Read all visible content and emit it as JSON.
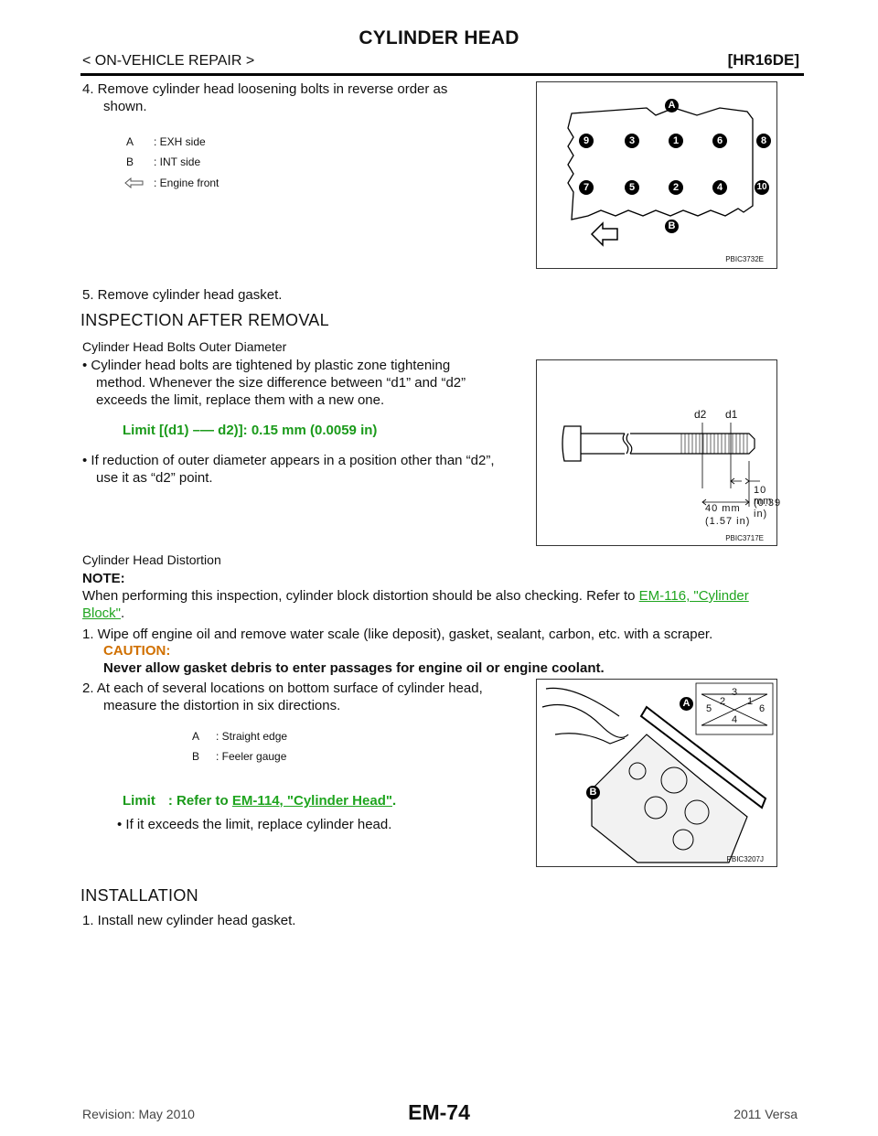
{
  "header": {
    "title": "CYLINDER HEAD",
    "section": "< ON-VEHICLE REPAIR >",
    "model": "[HR16DE]"
  },
  "steps": {
    "step4": "4. Remove cylinder head loosening bolts in reverse order as",
    "step4_cont": "shown.",
    "step5": "5. Remove cylinder head gasket."
  },
  "fig1": {
    "legend_a_key": "A",
    "legend_a": ": EXH side",
    "legend_b_key": "B",
    "legend_b": ": INT side",
    "legend_front": ": Engine front",
    "label_a": "A",
    "label_b": "B",
    "top_row": [
      "9",
      "3",
      "1",
      "6",
      "8"
    ],
    "bottom_row": [
      "7",
      "5",
      "2",
      "4",
      "10"
    ],
    "code": "PBIC3732E"
  },
  "inspection": {
    "heading": "INSPECTION AFTER REMOVAL",
    "sub1": "Cylinder Head Bolts Outer Diameter",
    "bullet1_l1": "• Cylinder head bolts are tightened by plastic zone tightening",
    "bullet1_l2": "method. Whenever the size difference between “d1” and “d2”",
    "bullet1_l3": "exceeds the limit, replace them with a new one.",
    "limit1": "Limit [(d1) –— d2)]: 0.15 mm (0.0059 in)",
    "bullet2_l1": "• If reduction of outer diameter appears in a position other than “d2”,",
    "bullet2_l2": "use it as “d2” point."
  },
  "fig2": {
    "d2": "d2",
    "d1": "d1",
    "dim10": "10 mm",
    "dim10in": "(0.39 in)",
    "dim40": "40 mm",
    "dim40in": "(1.57 in)",
    "code": "PBIC3717E"
  },
  "distortion": {
    "sub": "Cylinder Head Distortion",
    "note_label": "NOTE:",
    "note_text": "When performing this inspection, cylinder block distortion should be also checking. Refer to ",
    "note_link_a": "EM-116, \"Cylinder",
    "note_link_b": "Block\"",
    "note_end": ".",
    "step1": "1. Wipe off engine oil and remove water scale (like deposit), gasket, sealant, carbon, etc. with a scraper.",
    "caution_label": "CAUTION:",
    "caution_text": "Never allow gasket debris to enter passages for engine oil or engine coolant.",
    "step2_l1": "2. At each of several locations on bottom surface of cylinder head,",
    "step2_l2": "measure the distortion in six directions.",
    "legend_a_key": "A",
    "legend_a": ": Straight edge",
    "legend_b_key": "B",
    "legend_b": ": Feeler gauge",
    "limit_label": "Limit",
    "limit_text": ": Refer to ",
    "limit_link": "EM-114, \"Cylinder Head\"",
    "limit_end": ".",
    "bullet": "• If it exceeds the limit, replace cylinder head."
  },
  "fig3": {
    "label_a": "A",
    "label_b": "B",
    "dirs": [
      "3",
      "2",
      "1",
      "5",
      "6",
      "4"
    ],
    "code": "PBIC3207J"
  },
  "installation": {
    "heading": "INSTALLATION",
    "step1": "1. Install new cylinder head gasket."
  },
  "footer": {
    "revision": "Revision: May 2010",
    "page": "EM-74",
    "edition": "2011 Versa"
  }
}
